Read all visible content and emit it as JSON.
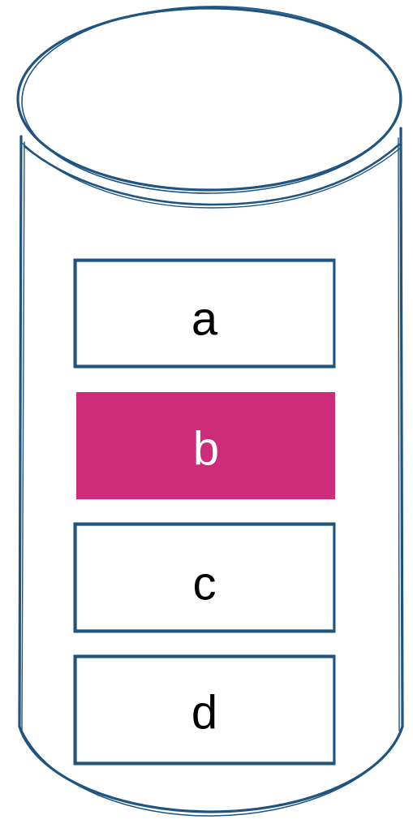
{
  "diagram": {
    "shape": "cylinder",
    "colors": {
      "outline": "#1f5480",
      "highlight_fill": "#cc2c7a",
      "text_default": "#000000",
      "text_highlight": "#ffffff",
      "background": "#ffffff"
    },
    "items": [
      {
        "label": "a",
        "highlighted": false
      },
      {
        "label": "b",
        "highlighted": true
      },
      {
        "label": "c",
        "highlighted": false
      },
      {
        "label": "d",
        "highlighted": false
      }
    ]
  }
}
